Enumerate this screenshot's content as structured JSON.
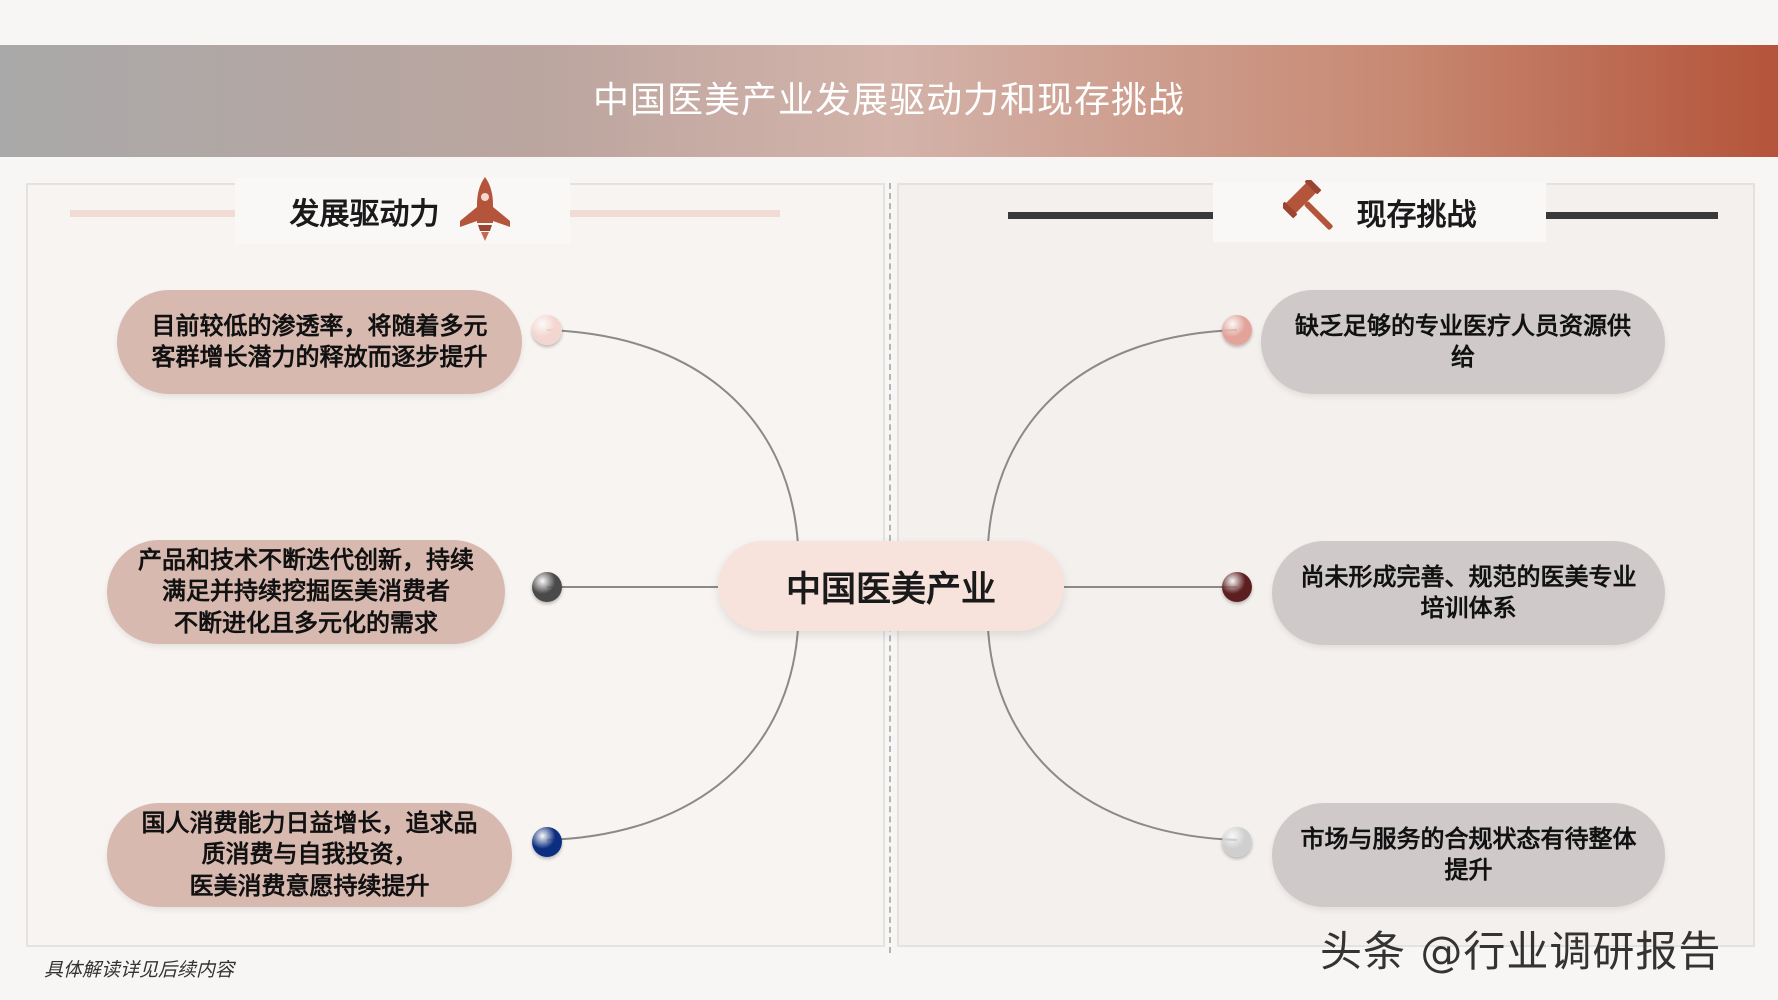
{
  "title": "中国医美产业发展驱动力和现存挑战",
  "center": "中国医美产业",
  "drivers": {
    "title": "发展驱动力",
    "icon": "rocket-icon",
    "items": [
      {
        "text": "目前较低的渗透率，将随着多元\n客群增长潜力的释放而逐步提升",
        "dot_color": "#f3d6cf"
      },
      {
        "text": "产品和技术不断迭代创新，持续\n满足并持续挖掘医美消费者\n不断进化且多元化的需求",
        "dot_color": "#4a4a4a"
      },
      {
        "text": "国人消费能力日益增长，追求品\n质消费与自我投资，\n医美消费意愿持续提升",
        "dot_color": "#0b2e80"
      }
    ]
  },
  "challenges": {
    "title": "现存挑战",
    "icon": "gavel-icon",
    "items": [
      {
        "text": "缺乏足够的专业医疗人员资源供\n给",
        "dot_color": "#e3a39b"
      },
      {
        "text": "尚未形成完善、规范的医美专业\n培训体系",
        "dot_color": "#5c1f1f"
      },
      {
        "text": "市场与服务的合规状态有待整体\n提升",
        "dot_color": "#cfcfcf"
      }
    ]
  },
  "footnote": "具体解读详见后续内容",
  "watermark": "头条 @行业调研报告",
  "colors": {
    "accent": "#b4543a",
    "driver_pill": "#d8b9b0",
    "challenge_pill": "#cfcac9",
    "center_node": "#f7e2dc"
  }
}
